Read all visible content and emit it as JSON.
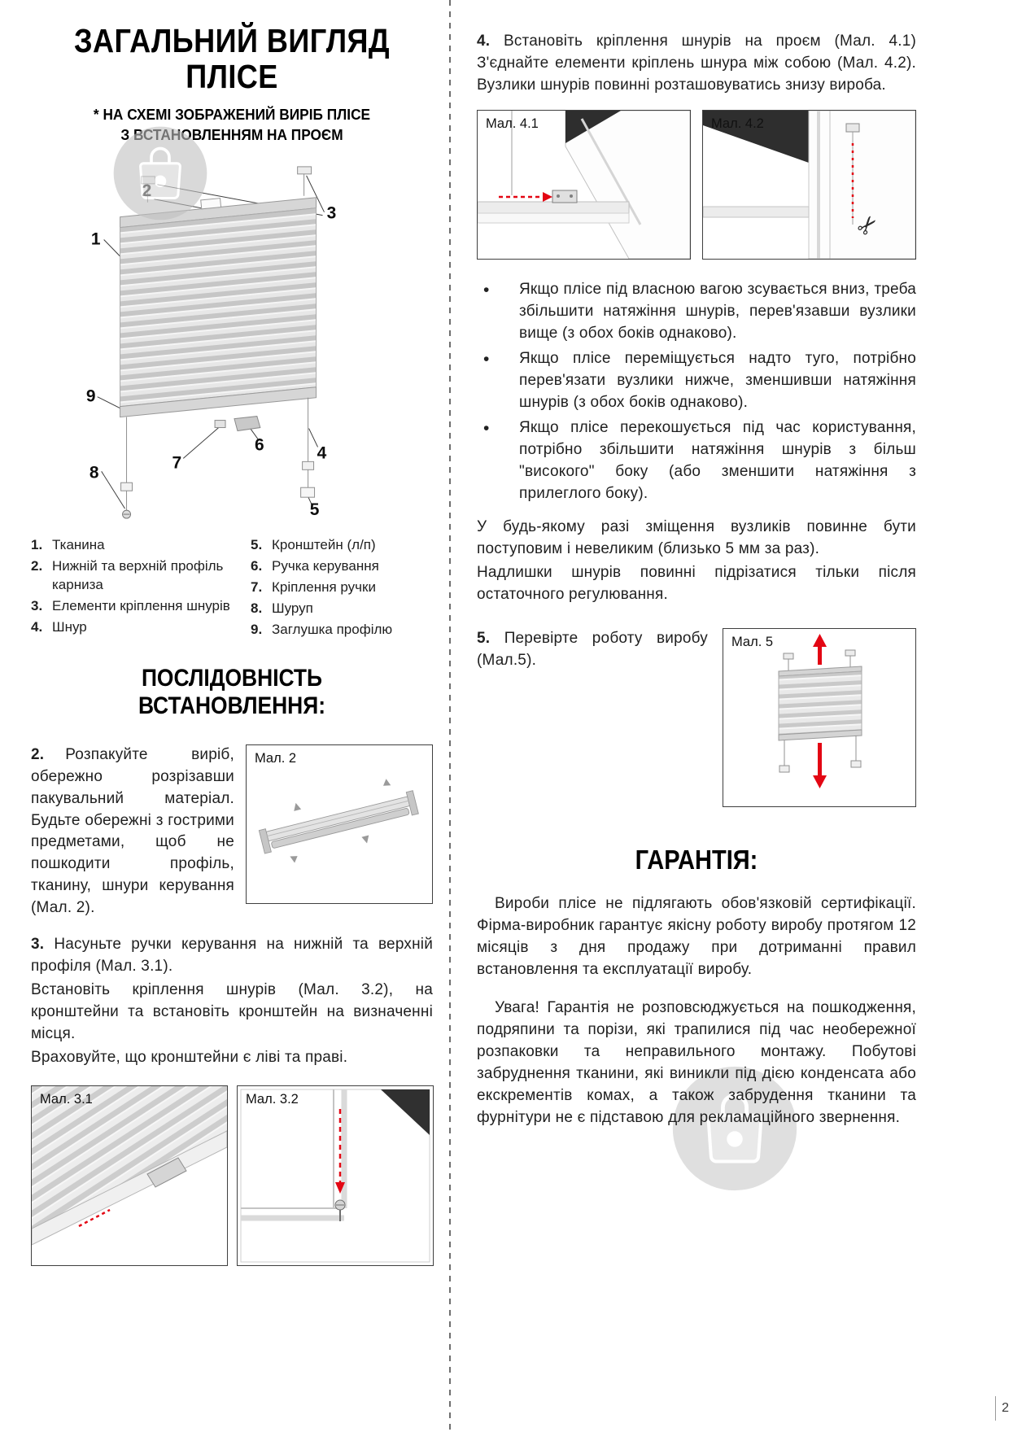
{
  "page": {
    "number": "2"
  },
  "colors": {
    "accent_red": "#e30613",
    "text": "#1f1f1f"
  },
  "icons": {
    "scissors": "✂"
  },
  "figures": {
    "fig2": "Мал. 2",
    "fig31": "Мал. 3.1",
    "fig32": "Мал. 3.2",
    "fig41": "Мал. 4.1",
    "fig42": "Мал. 4.2",
    "fig5": "Мал. 5"
  },
  "left": {
    "title_line1": "ЗАГАЛЬНИЙ ВИГЛЯД",
    "title_line2": "ПЛІСЕ",
    "subtitle_line1": "* НА СХЕМІ ЗОБРАЖЕНИЙ ВИРІБ ПЛІСЕ",
    "subtitle_line2": "З ВСТАНОВЛЕННЯМ НА ПРОЄМ",
    "diagram_numbers": [
      "1",
      "2",
      "3",
      "4",
      "5",
      "6",
      "7",
      "8",
      "9"
    ],
    "legend_a": [
      {
        "num": "1.",
        "text": "Тканина"
      },
      {
        "num": "2.",
        "text": "Нижній та верхній профіль карниза"
      },
      {
        "num": "3.",
        "text": "Елементи кріплення шнурів"
      },
      {
        "num": "4.",
        "text": "Шнур"
      }
    ],
    "legend_b": [
      {
        "num": "5.",
        "text": "Кронштейн (л/п)"
      },
      {
        "num": "6.",
        "text": "Ручка керування"
      },
      {
        "num": "7.",
        "text": "Кріплення ручки"
      },
      {
        "num": "8.",
        "text": "Шуруп"
      },
      {
        "num": "9.",
        "text": "Заглушка профілю"
      }
    ],
    "section_title": "ПОСЛІДОВНІСТЬ ВСТАНОВЛЕННЯ:",
    "step2_num": "2.",
    "step2_text": "Розпакуйте виріб, обережно розрізавши пакувальний матеріал. Будьте обережні з гострими предметами, щоб не пошкодити профіль, тканину, шнури керування (Мал. 2).",
    "step3_num": "3.",
    "step3_text1": "Насуньте ручки керування на нижній та верхній профіля (Мал. 3.1).",
    "step3_text2": "Встановіть кріплення шнурів (Мал. 3.2), на кронштейни та встановіть кронштейн на визначенні місця.",
    "step3_text3": "Враховуйте, що кронштейни є ліві та праві."
  },
  "right": {
    "step4_num": "4.",
    "step4_text": "Встановіть кріплення шнурів на проєм (Мал. 4.1) З'єднайте елементи кріплень шнура між собою (Мал. 4.2). Вузлики шнурів повинні розташовуватись знизу вироба.",
    "bullets": [
      "Якщо плісе під власною вагою зсувається вниз, треба збільшити натяжіння шнурів, перев'язавши вузлики вище (з обох боків однаково).",
      "Якщо плісе переміщується надто туго, потрібно перев'язати вузлики нижче, зменшивши натяжіння шнурів (з обох боків однаково).",
      "Якщо плісе перекошується під час користування, потрібно збільшити натяжіння шнурів з більш \"високого\" боку (або зменшити натяжіння з прилеглого боку)."
    ],
    "note1": "У будь-якому разі зміщення вузликів повинне бути поступовим і невеликим (близько 5 мм за раз).",
    "note2": "Надлишки шнурів повинні підрізатися тільки після остаточного регулювання.",
    "step5_num": "5.",
    "step5_text": "Перевірте роботу виробу (Мал.5).",
    "warranty_title": "ГАРАНТІЯ:",
    "warranty_p1": "Вироби плісе не підлягають обов'язковій сертифікації. Фірма-виробник гарантує якісну роботу виробу протягом 12 місяців з дня продажу при дотриманні правил встановлення та експлуатації виробу.",
    "warranty_p2": "Увага! Гарантія не розповсюджується на пошкодження, подряпини та порізи, які трапилися під час необережної розпаковки та неправильного монтажу. Побутові забруднення тканини, які виникли під дією конденсата або екскрементів комах, а також забрудення тканини та фурнітури не є підставою для рекламаційного звернення."
  }
}
